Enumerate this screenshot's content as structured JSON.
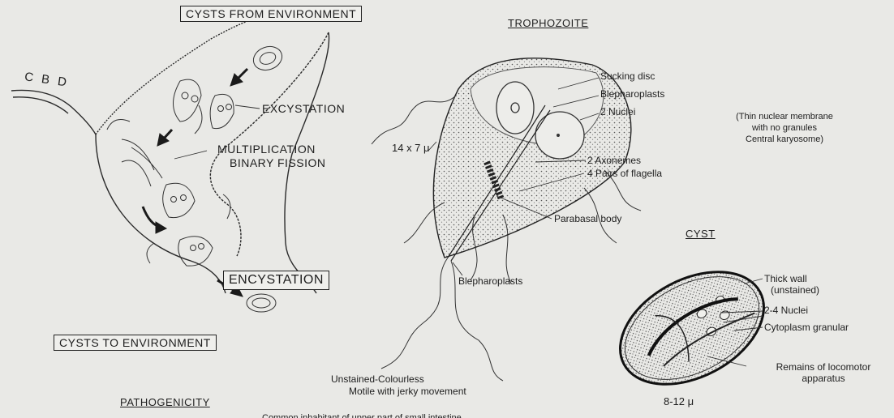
{
  "left_panel": {
    "cysts_from_environment": "CYSTS FROM ENVIRONMENT",
    "cbd": "C B D",
    "excystation": "EXCYSTATION",
    "multiplication": "MULTIPLICATION",
    "binary_fission": "BINARY FISSION",
    "encystation": "ENCYSTATION",
    "cysts_to_environment": "CYSTS TO ENVIRONMENT",
    "pathogenicity": "PATHOGENICITY",
    "bottom_cut_text": "Common inhabitant of upper part of small intestine"
  },
  "trophozoite": {
    "title": "TROPHOZOITE",
    "size": "14 x 7 μ",
    "sucking_disc": "Sucking disc",
    "blepharoplasts_top": "Blepharoplasts",
    "nuclei": "2 Nuclei",
    "nuclear_note_1": "(Thin nuclear membrane",
    "nuclear_note_2": "with no granules",
    "nuclear_note_3": "Central karyosome)",
    "axonemes": "2 Axonemes",
    "flagella": "4 Pairs of flagella",
    "parabasal": "Parabasal body",
    "blepharoplasts_bottom": "Blepharoplasts",
    "unstained": "Unstained-Colourless",
    "motile": "Motile with jerky movement"
  },
  "cyst": {
    "title": "CYST",
    "thick_wall_1": "Thick wall",
    "thick_wall_2": "(unstained)",
    "nuclei": "2-4 Nuclei",
    "cytoplasm": "Cytoplasm granular",
    "remains_1": "Remains of locomotor",
    "remains_2": "apparatus",
    "size": "8-12 μ"
  }
}
